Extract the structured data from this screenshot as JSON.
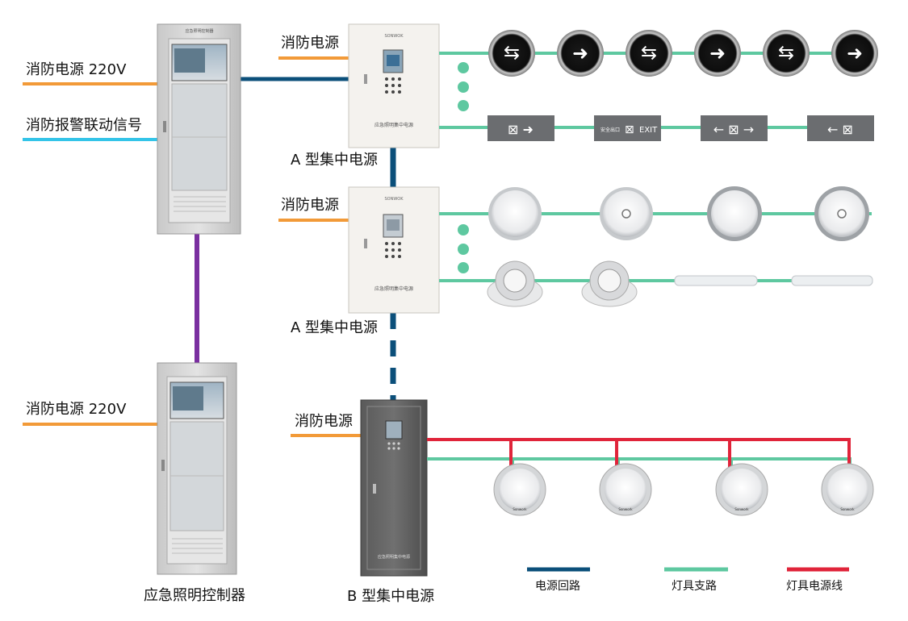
{
  "labels": {
    "fire_power_220v_1": "消防电源 220V",
    "fire_alarm_signal": "消防报警联动信号",
    "fire_power_220v_2": "消防电源 220V",
    "fire_power_a1": "消防电源",
    "fire_power_a2": "消防电源",
    "fire_power_b": "消防电源",
    "a_type_1": "A 型集中电源",
    "a_type_2": "A 型集中电源",
    "b_type": "B 型集中电源",
    "controller": "应急照明控制器"
  },
  "legend": {
    "items": [
      {
        "label": "电源回路",
        "color": "#0b4f7a"
      },
      {
        "label": "灯具支路",
        "color": "#5ec8a0"
      },
      {
        "label": "灯具电源线",
        "color": "#e0243a"
      }
    ]
  },
  "colors": {
    "fire_power": "#f29a38",
    "alarm_signal": "#33c4e8",
    "controller_link": "#7a2fa0",
    "power_loop": "#0b4f7a",
    "branch": "#5ec8a0",
    "power_line": "#e0243a"
  },
  "signs": {
    "exit_text": "EXIT",
    "safe_exit": "安全出口"
  },
  "device_captions": {
    "cabinet_top": "应急照明控制器",
    "a_unit": "应急照明集中电源",
    "b_unit": "应急照明集中电源",
    "downlight_brand": "Sonwork"
  }
}
